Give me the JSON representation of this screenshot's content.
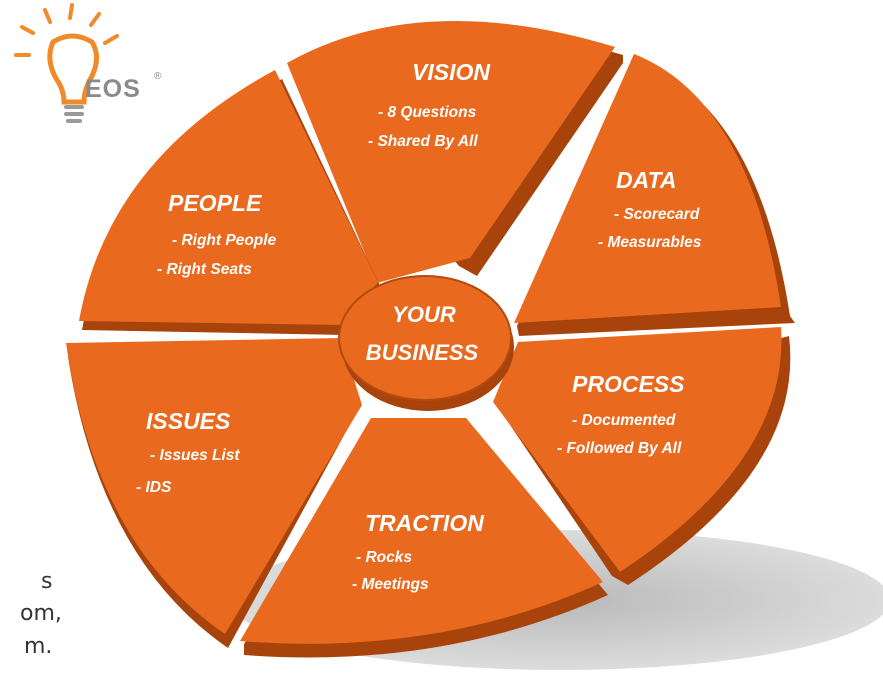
{
  "logo": {
    "text": "EOS",
    "registered": "®"
  },
  "hub": {
    "line1": "YOUR",
    "line2": "BUSINESS"
  },
  "segments": {
    "vision": {
      "title": "VISION",
      "items": [
        "- 8 Questions",
        "- Shared By All"
      ]
    },
    "data": {
      "title": "DATA",
      "items": [
        "- Scorecard",
        "- Measurables"
      ]
    },
    "process": {
      "title": "PROCESS",
      "items": [
        "- Documented",
        "- Followed By All"
      ]
    },
    "traction": {
      "title": "TRACTION",
      "items": [
        "- Rocks",
        "- Meetings"
      ]
    },
    "issues": {
      "title": "ISSUES",
      "items": [
        "- Issues List",
        "- IDS"
      ]
    },
    "people": {
      "title": "PEOPLE",
      "items": [
        "- Right People",
        "- Right Seats"
      ]
    }
  },
  "edge_fragments": [
    "s",
    "om,",
    "m."
  ],
  "colors": {
    "segment": "#e9691f",
    "segment_side": "#a8430c",
    "shadow": "#c8c8c8",
    "logo_bulb": "#f08a2a"
  }
}
